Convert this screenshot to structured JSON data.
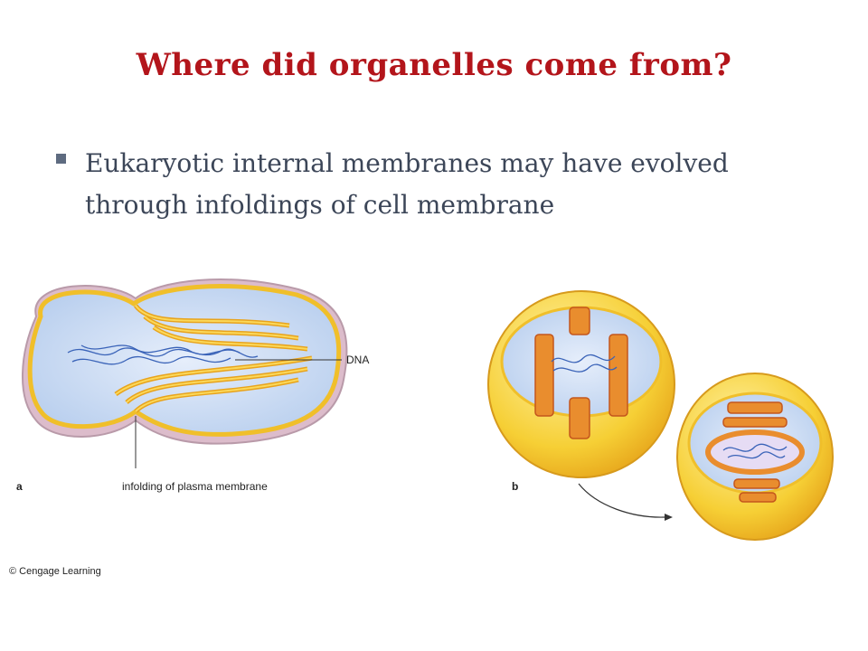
{
  "slide": {
    "title": "Where did organelles come from?",
    "bullet": "Eukaryotic internal membranes may have evolved through infoldings of cell membrane"
  },
  "figure": {
    "panel_a_label": "a",
    "panel_b_label": "b",
    "dna_label": "DNA",
    "infolding_label": "infolding of plasma membrane",
    "credit": "© Cengage Learning"
  },
  "colors": {
    "title": "#b3151b",
    "body_text": "#3c4658",
    "membrane": "#f3c21e",
    "membrane_edge": "#d98a16",
    "cytoplasm": "#c9dcf2",
    "dna": "#3a63b8",
    "cell_wall": "#d9b7c6"
  }
}
